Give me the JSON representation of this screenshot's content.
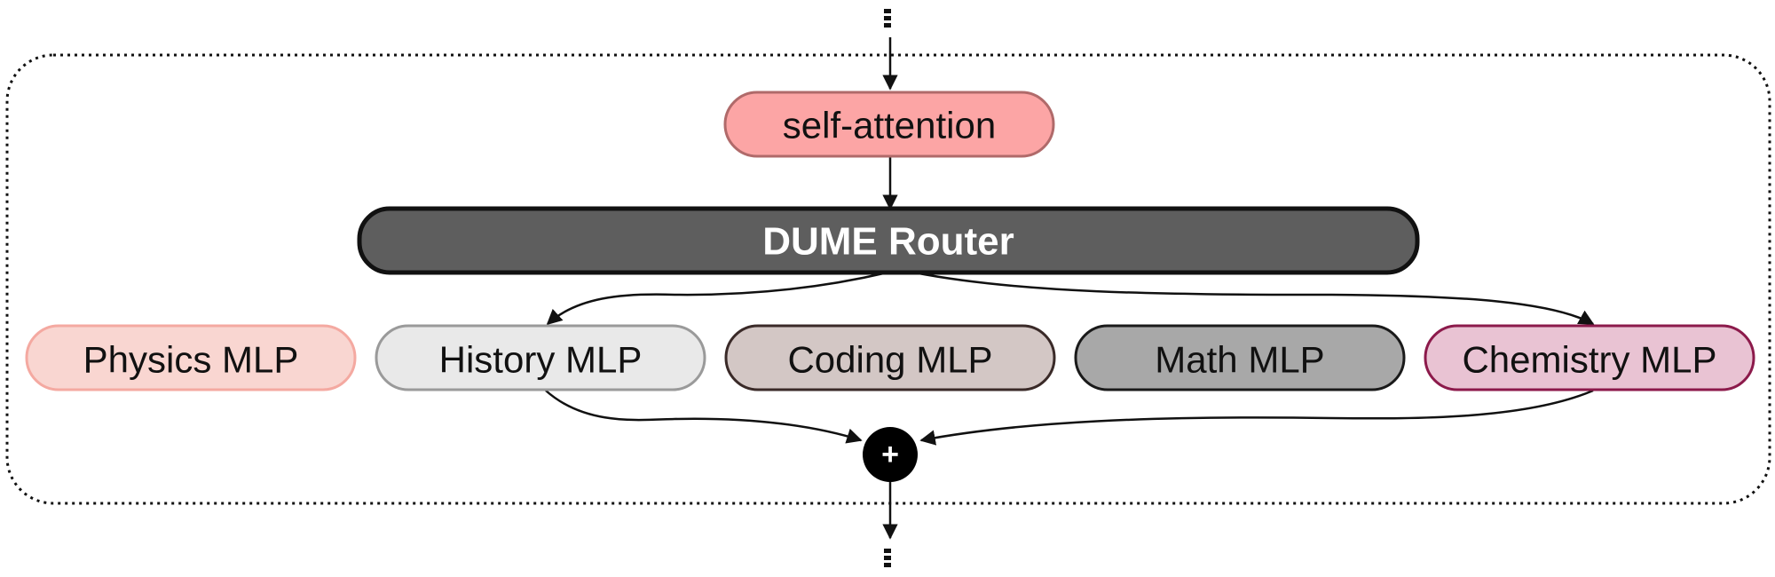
{
  "attention": {
    "label": "self-attention",
    "fill": "#fca5a5",
    "stroke": "#b06a6a"
  },
  "router": {
    "label": "DUME Router",
    "fill": "#5e5e5e",
    "stroke": "#111111"
  },
  "experts": [
    {
      "label": "Physics MLP",
      "fill": "#f9d6d1",
      "stroke": "#f4a9a1",
      "selected": false
    },
    {
      "label": "History MLP",
      "fill": "#e9e9e9",
      "stroke": "#9a9a9a",
      "selected": true
    },
    {
      "label": "Coding MLP",
      "fill": "#d3c7c5",
      "stroke": "#3a2a28",
      "selected": false
    },
    {
      "label": "Math MLP",
      "fill": "#a8a8a8",
      "stroke": "#1a1a1a",
      "selected": false
    },
    {
      "label": "Chemistry MLP",
      "fill": "#e9c3d3",
      "stroke": "#8c1a4b",
      "selected": true
    }
  ],
  "combine": {
    "label": "+",
    "fill": "#000000",
    "text_color": "#fde7d8"
  },
  "block_outline": {
    "style": "dotted",
    "color": "#111111"
  }
}
